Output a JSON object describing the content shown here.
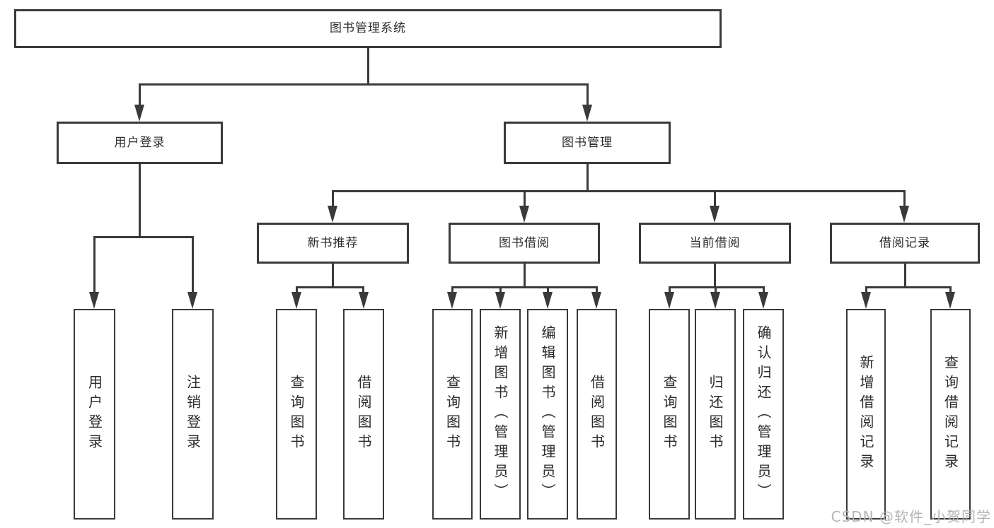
{
  "nodes": {
    "root": {
      "label": "图书管理系统"
    },
    "user_login": {
      "label": "用户登录"
    },
    "book_mgmt": {
      "label": "图书管理"
    },
    "new_book_rec": {
      "label": "新书推荐"
    },
    "book_borrow": {
      "label": "图书借阅"
    },
    "current_borrow": {
      "label": "当前借阅"
    },
    "borrow_record": {
      "label": "借阅记录"
    },
    "leaf_user_login": {
      "label": "用户登录"
    },
    "leaf_logout": {
      "label": "注销登录"
    },
    "leaf_query_books_rec": {
      "label": "查询图书"
    },
    "leaf_borrow_books_rec": {
      "label": "借阅图书"
    },
    "leaf_query_books_borrow": {
      "label": "查询图书"
    },
    "leaf_add_books_admin": {
      "label": "新增图书（管理员）"
    },
    "leaf_edit_books_admin": {
      "label": "编辑图书（管理员）"
    },
    "leaf_borrow_books_borrow": {
      "label": "借阅图书"
    },
    "leaf_query_books_current": {
      "label": "查询图书"
    },
    "leaf_return_books": {
      "label": "归还图书"
    },
    "leaf_confirm_return_admin": {
      "label": "确认归还（管理员）"
    },
    "leaf_add_borrow_record": {
      "label": "新增借阅记录"
    },
    "leaf_query_borrow_record": {
      "label": "查询借阅记录"
    }
  },
  "watermark": "CSDN @软件_小贺同学",
  "colors": {
    "line": "#3a3a3a",
    "text": "#2c2c2c",
    "background": "#ffffff",
    "watermark": "#b4b4b4"
  }
}
